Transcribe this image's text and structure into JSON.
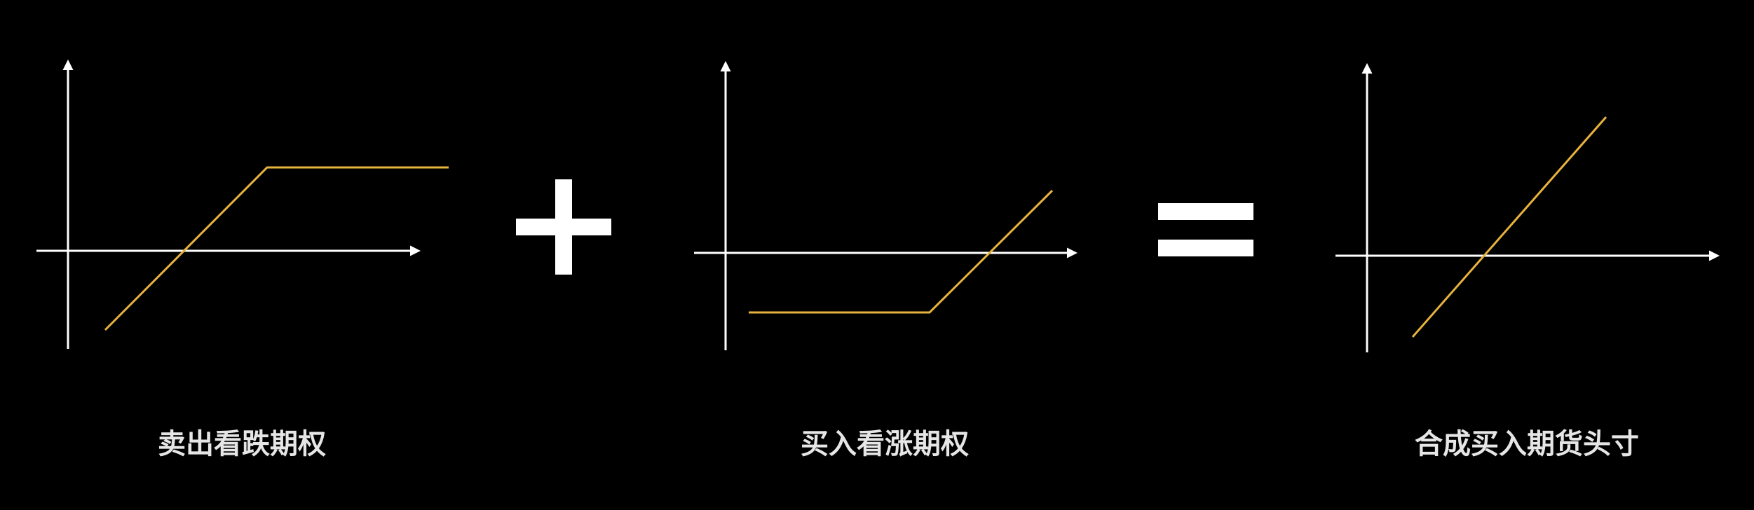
{
  "colors": {
    "background": "#000000",
    "axis": "#ffffff",
    "payoff_line": "#e8b33c",
    "operator": "#ffffff",
    "caption": "#e6e6e6"
  },
  "diagrams": [
    {
      "id": "short-put",
      "caption": "卖出看跌期权",
      "payoff_shape": [
        "rising",
        "flat"
      ]
    },
    {
      "id": "long-call",
      "caption": "买入看涨期权",
      "payoff_shape": [
        "flat",
        "rising"
      ]
    },
    {
      "id": "synthetic-long-future",
      "caption": "合成买入期货头寸",
      "payoff_shape": [
        "rising"
      ]
    }
  ],
  "operators": {
    "plus": "plus",
    "equals": "equals"
  }
}
